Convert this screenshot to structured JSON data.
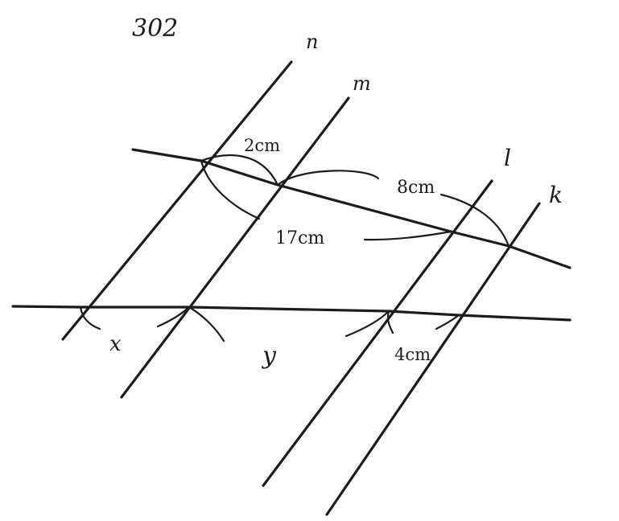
{
  "diagram": {
    "title_scribble": "302",
    "line_labels": [
      "n",
      "m",
      "l",
      "k"
    ],
    "measures": {
      "top_n_m": "2cm",
      "top_m_l": "8cm",
      "top_n_l": "17cm",
      "bottom_n_m": "x",
      "bottom_m_l": "y",
      "bottom_l_k": "4cm"
    },
    "ink_color": "#1c1c1c",
    "paper_color": "#ffffff"
  }
}
